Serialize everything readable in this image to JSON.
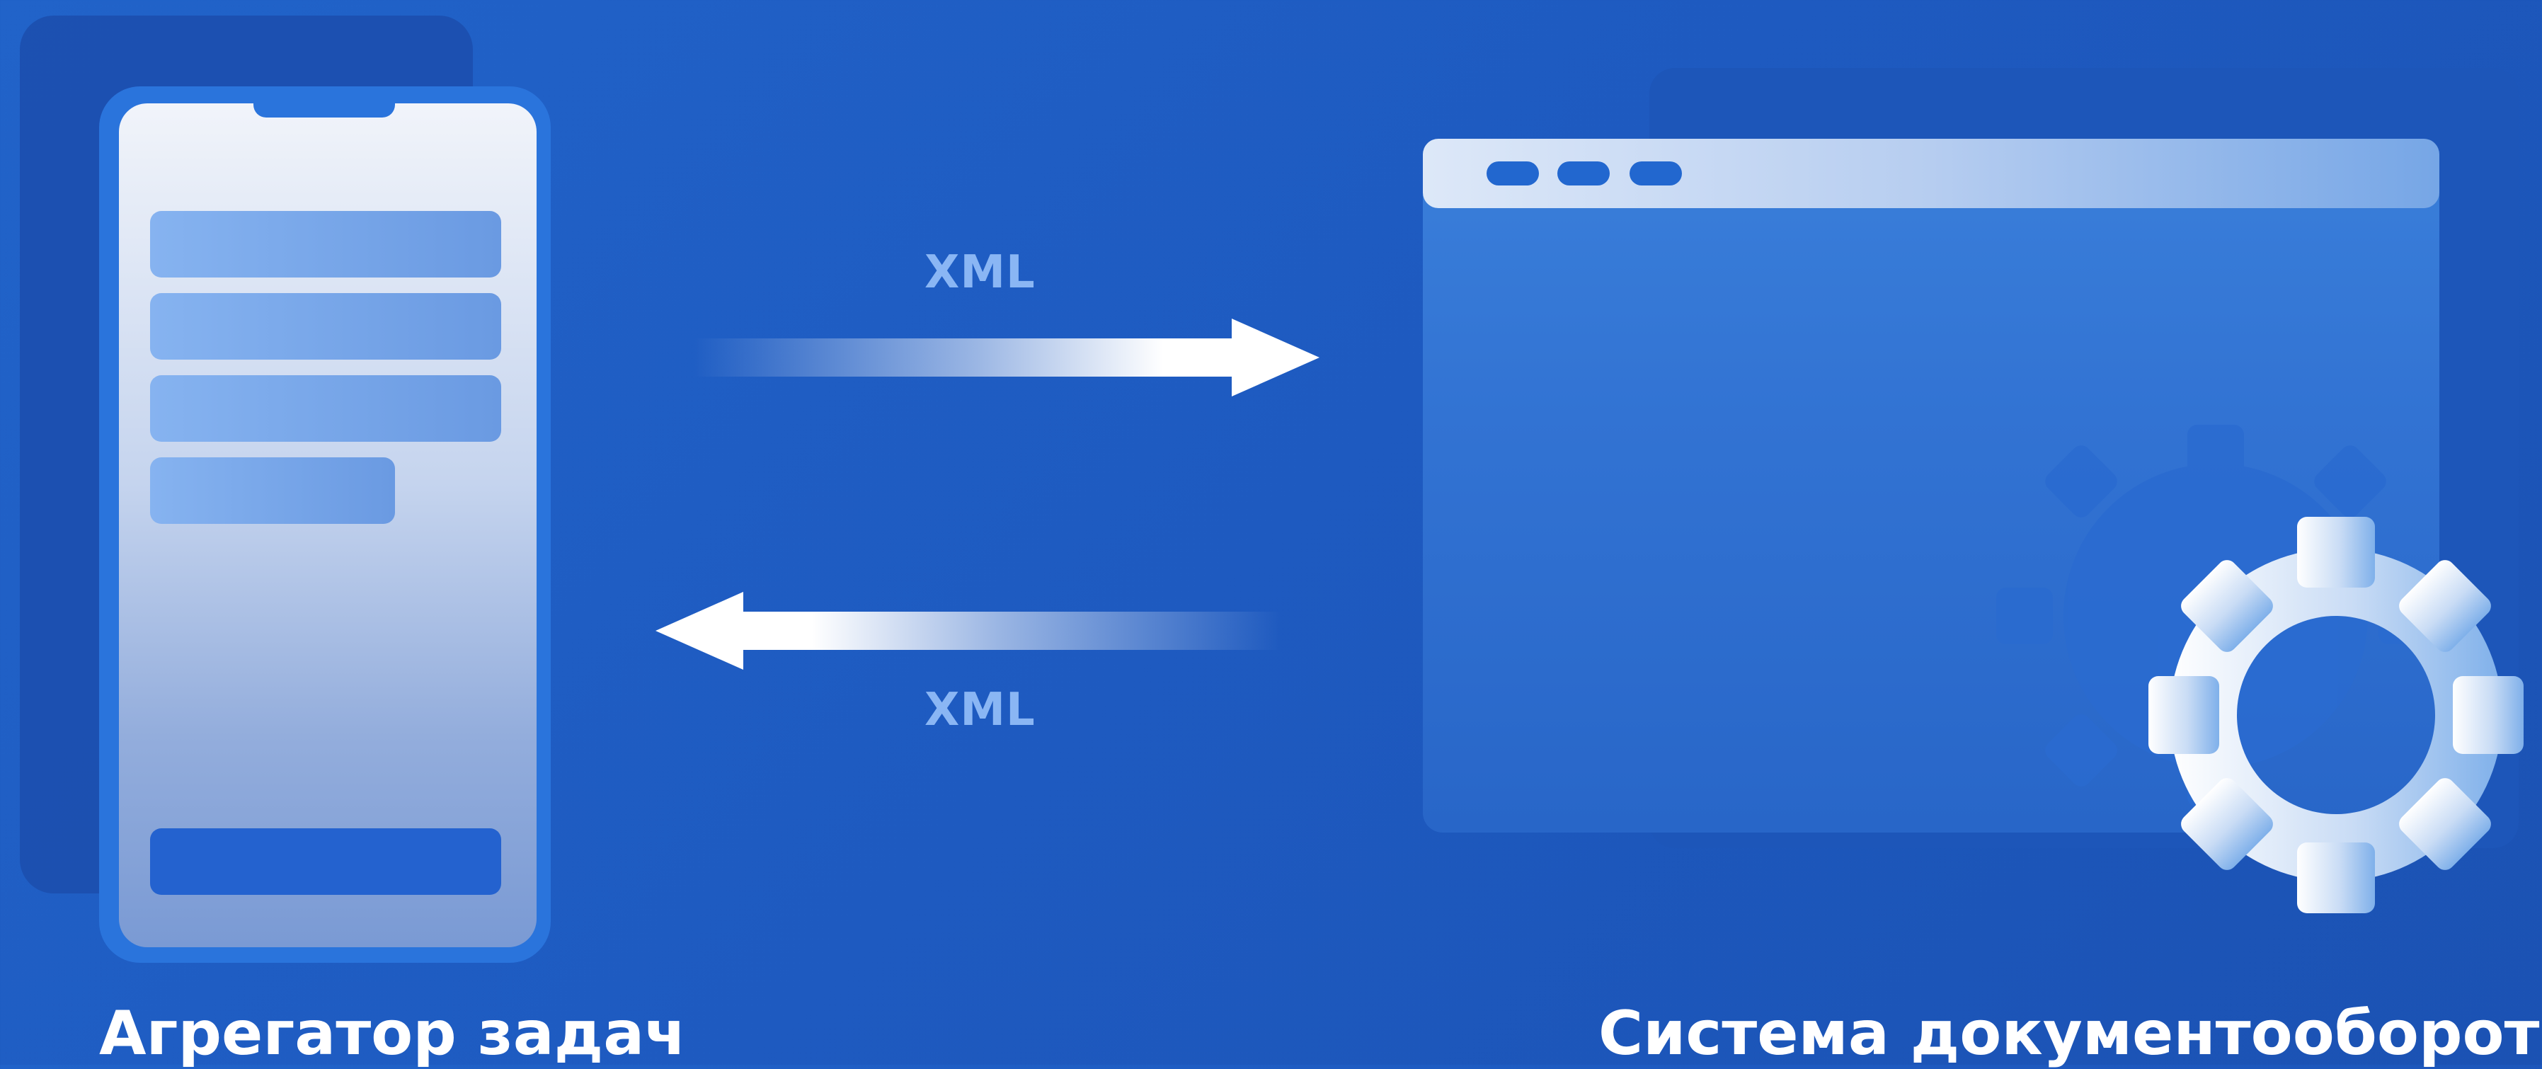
{
  "arrows": {
    "top_label": "XML",
    "bottom_label": "XML"
  },
  "left": {
    "caption": "Агрегатор задач"
  },
  "right": {
    "caption": "Система документооборота"
  },
  "colors": {
    "background": "#1e5ac0",
    "accent_light": "#8ab6f4",
    "text": "#ffffff"
  }
}
